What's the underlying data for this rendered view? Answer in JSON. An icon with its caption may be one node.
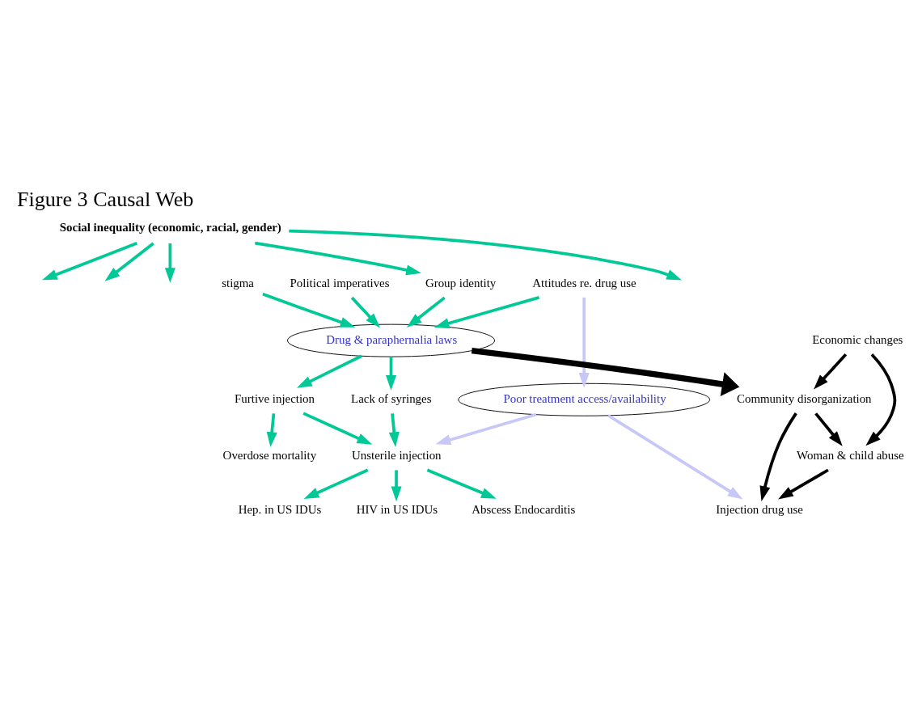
{
  "diagram": {
    "title": "Figure 3 Causal Web",
    "nodes": [
      {
        "text": [
          "Social inequality (economic, racial, gender)"
        ]
      },
      {
        "text": [
          "Group identity"
        ]
      },
      {
        "text": [
          "Political imperatives"
        ]
      },
      {
        "text": [
          "stigma"
        ]
      },
      {
        "text": [
          "Attitudes re. drug use"
        ]
      },
      {
        "text": [
          "Drug & paraphernalia laws"
        ]
      },
      {
        "text": [
          "Lack of syringes"
        ]
      },
      {
        "text": [
          "Furtive injection"
        ]
      },
      {
        "text": [
          "Unsterile injection"
        ]
      },
      {
        "text": [
          "Hep. in US IDUs"
        ]
      },
      {
        "text": [
          "HIV in US IDUs"
        ]
      },
      {
        "text": [
          "Abscess Endocarditis"
        ]
      },
      {
        "text": [
          "Overdose mortality"
        ]
      },
      {
        "text": [
          "Poor treatment access/availability"
        ]
      },
      {
        "text": [
          "Community disorganization"
        ]
      },
      {
        "text": [
          "Economic changes"
        ]
      },
      {
        "text": [
          "Woman & child abuse"
        ]
      },
      {
        "text": [
          "Injection drug use"
        ]
      }
    ],
    "edges": [
      {
        "from": 0,
        "to": 1,
        "arrow": "to"
      },
      {
        "from": 0,
        "to": null,
        "arrow": "to"
      },
      {
        "from": 0,
        "to": null,
        "arrow": "to"
      },
      {
        "from": 0,
        "to": null,
        "arrow": "to"
      },
      {
        "from": 0,
        "to": null,
        "arrow": "to"
      },
      {
        "from": 1,
        "to": 5,
        "arrow": "to"
      },
      {
        "from": 3,
        "to": 5,
        "arrow": "to"
      },
      {
        "from": 2,
        "to": 5,
        "arrow": "to"
      },
      {
        "from": 4,
        "to": 5,
        "arrow": "to"
      },
      {
        "from": 4,
        "to": 13,
        "arrow": "to",
        "color": "#c8c8f8"
      },
      {
        "from": 5,
        "to": 14,
        "arrow": "to",
        "color": "#000000",
        "style": "thick"
      },
      {
        "from": 5,
        "to": 6,
        "arrow": "to"
      },
      {
        "from": 5,
        "to": 7,
        "arrow": "to"
      },
      {
        "from": 15,
        "to": 14,
        "arrow": "to",
        "color": "#000000"
      },
      {
        "from": 15,
        "to": 16,
        "arrow": "to",
        "color": "#000000"
      },
      {
        "from": 14,
        "to": 16,
        "arrow": "to",
        "color": "#000000"
      },
      {
        "from": 14,
        "to": 17,
        "arrow": "to",
        "color": "#000000"
      },
      {
        "from": 6,
        "to": 8,
        "arrow": "to"
      },
      {
        "from": 7,
        "to": 8,
        "arrow": "to"
      },
      {
        "from": 13,
        "to": 8,
        "arrow": "to",
        "color": "#c8c8f8"
      },
      {
        "from": 7,
        "to": 12,
        "arrow": "to"
      },
      {
        "from": 13,
        "to": 17,
        "arrow": "to",
        "color": "#c8c8f8"
      },
      {
        "from": 16,
        "to": 17,
        "arrow": "to",
        "color": "#000000"
      },
      {
        "from": 8,
        "to": 9,
        "arrow": "to"
      },
      {
        "from": 8,
        "to": 10,
        "arrow": "to"
      },
      {
        "from": 8,
        "to": 11,
        "arrow": "to"
      }
    ]
  }
}
